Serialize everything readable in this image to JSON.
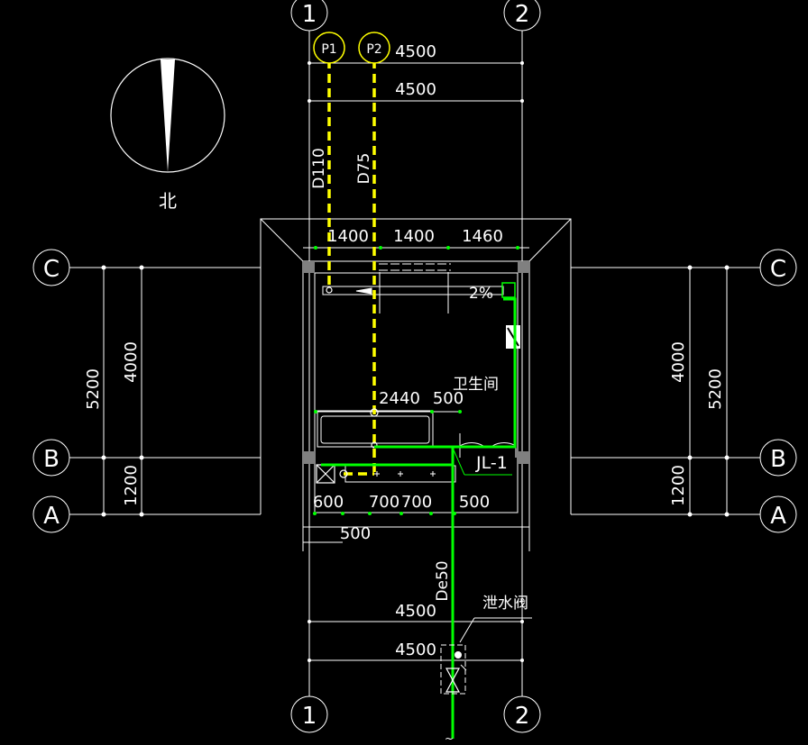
{
  "colors": {
    "background": "#000000",
    "lines": "#ffffff",
    "drain_pipe": "#ffff00",
    "water_pipe": "#00ff00",
    "bubble_fill": "#000000"
  },
  "north_arrow": {
    "label": "北"
  },
  "axes": {
    "col_top_1": "1",
    "col_top_2": "2",
    "col_bot_1": "1",
    "col_bot_2": "2",
    "row_left_c": "C",
    "row_left_b": "B",
    "row_left_a": "A",
    "row_right_c": "C",
    "row_right_b": "B",
    "row_right_a": "A"
  },
  "pipe_tags": {
    "p1": "P1",
    "p2": "P2"
  },
  "dimensions": {
    "top_overall_1": "4500",
    "top_overall_2": "4500",
    "top_segments": [
      "1400",
      "1400",
      "1460"
    ],
    "fixture_width": "2440",
    "fixture_gap": "500",
    "bottom_segments": [
      "600",
      "700",
      "700",
      "500"
    ],
    "bottom_sub": "500",
    "bottom_overall_1": "4500",
    "bottom_overall_2": "4500",
    "left_total": "5200",
    "left_upper": "4000",
    "left_lower": "1200",
    "right_total": "5200",
    "right_upper": "4000",
    "right_lower": "1200"
  },
  "pipe_labels": {
    "p1_size": "D110",
    "p2_size": "D75",
    "supply_size": "De50",
    "riser": "JL-1",
    "slope": "2%"
  },
  "room_label": "卫生间",
  "valve_label": "泄水阀"
}
